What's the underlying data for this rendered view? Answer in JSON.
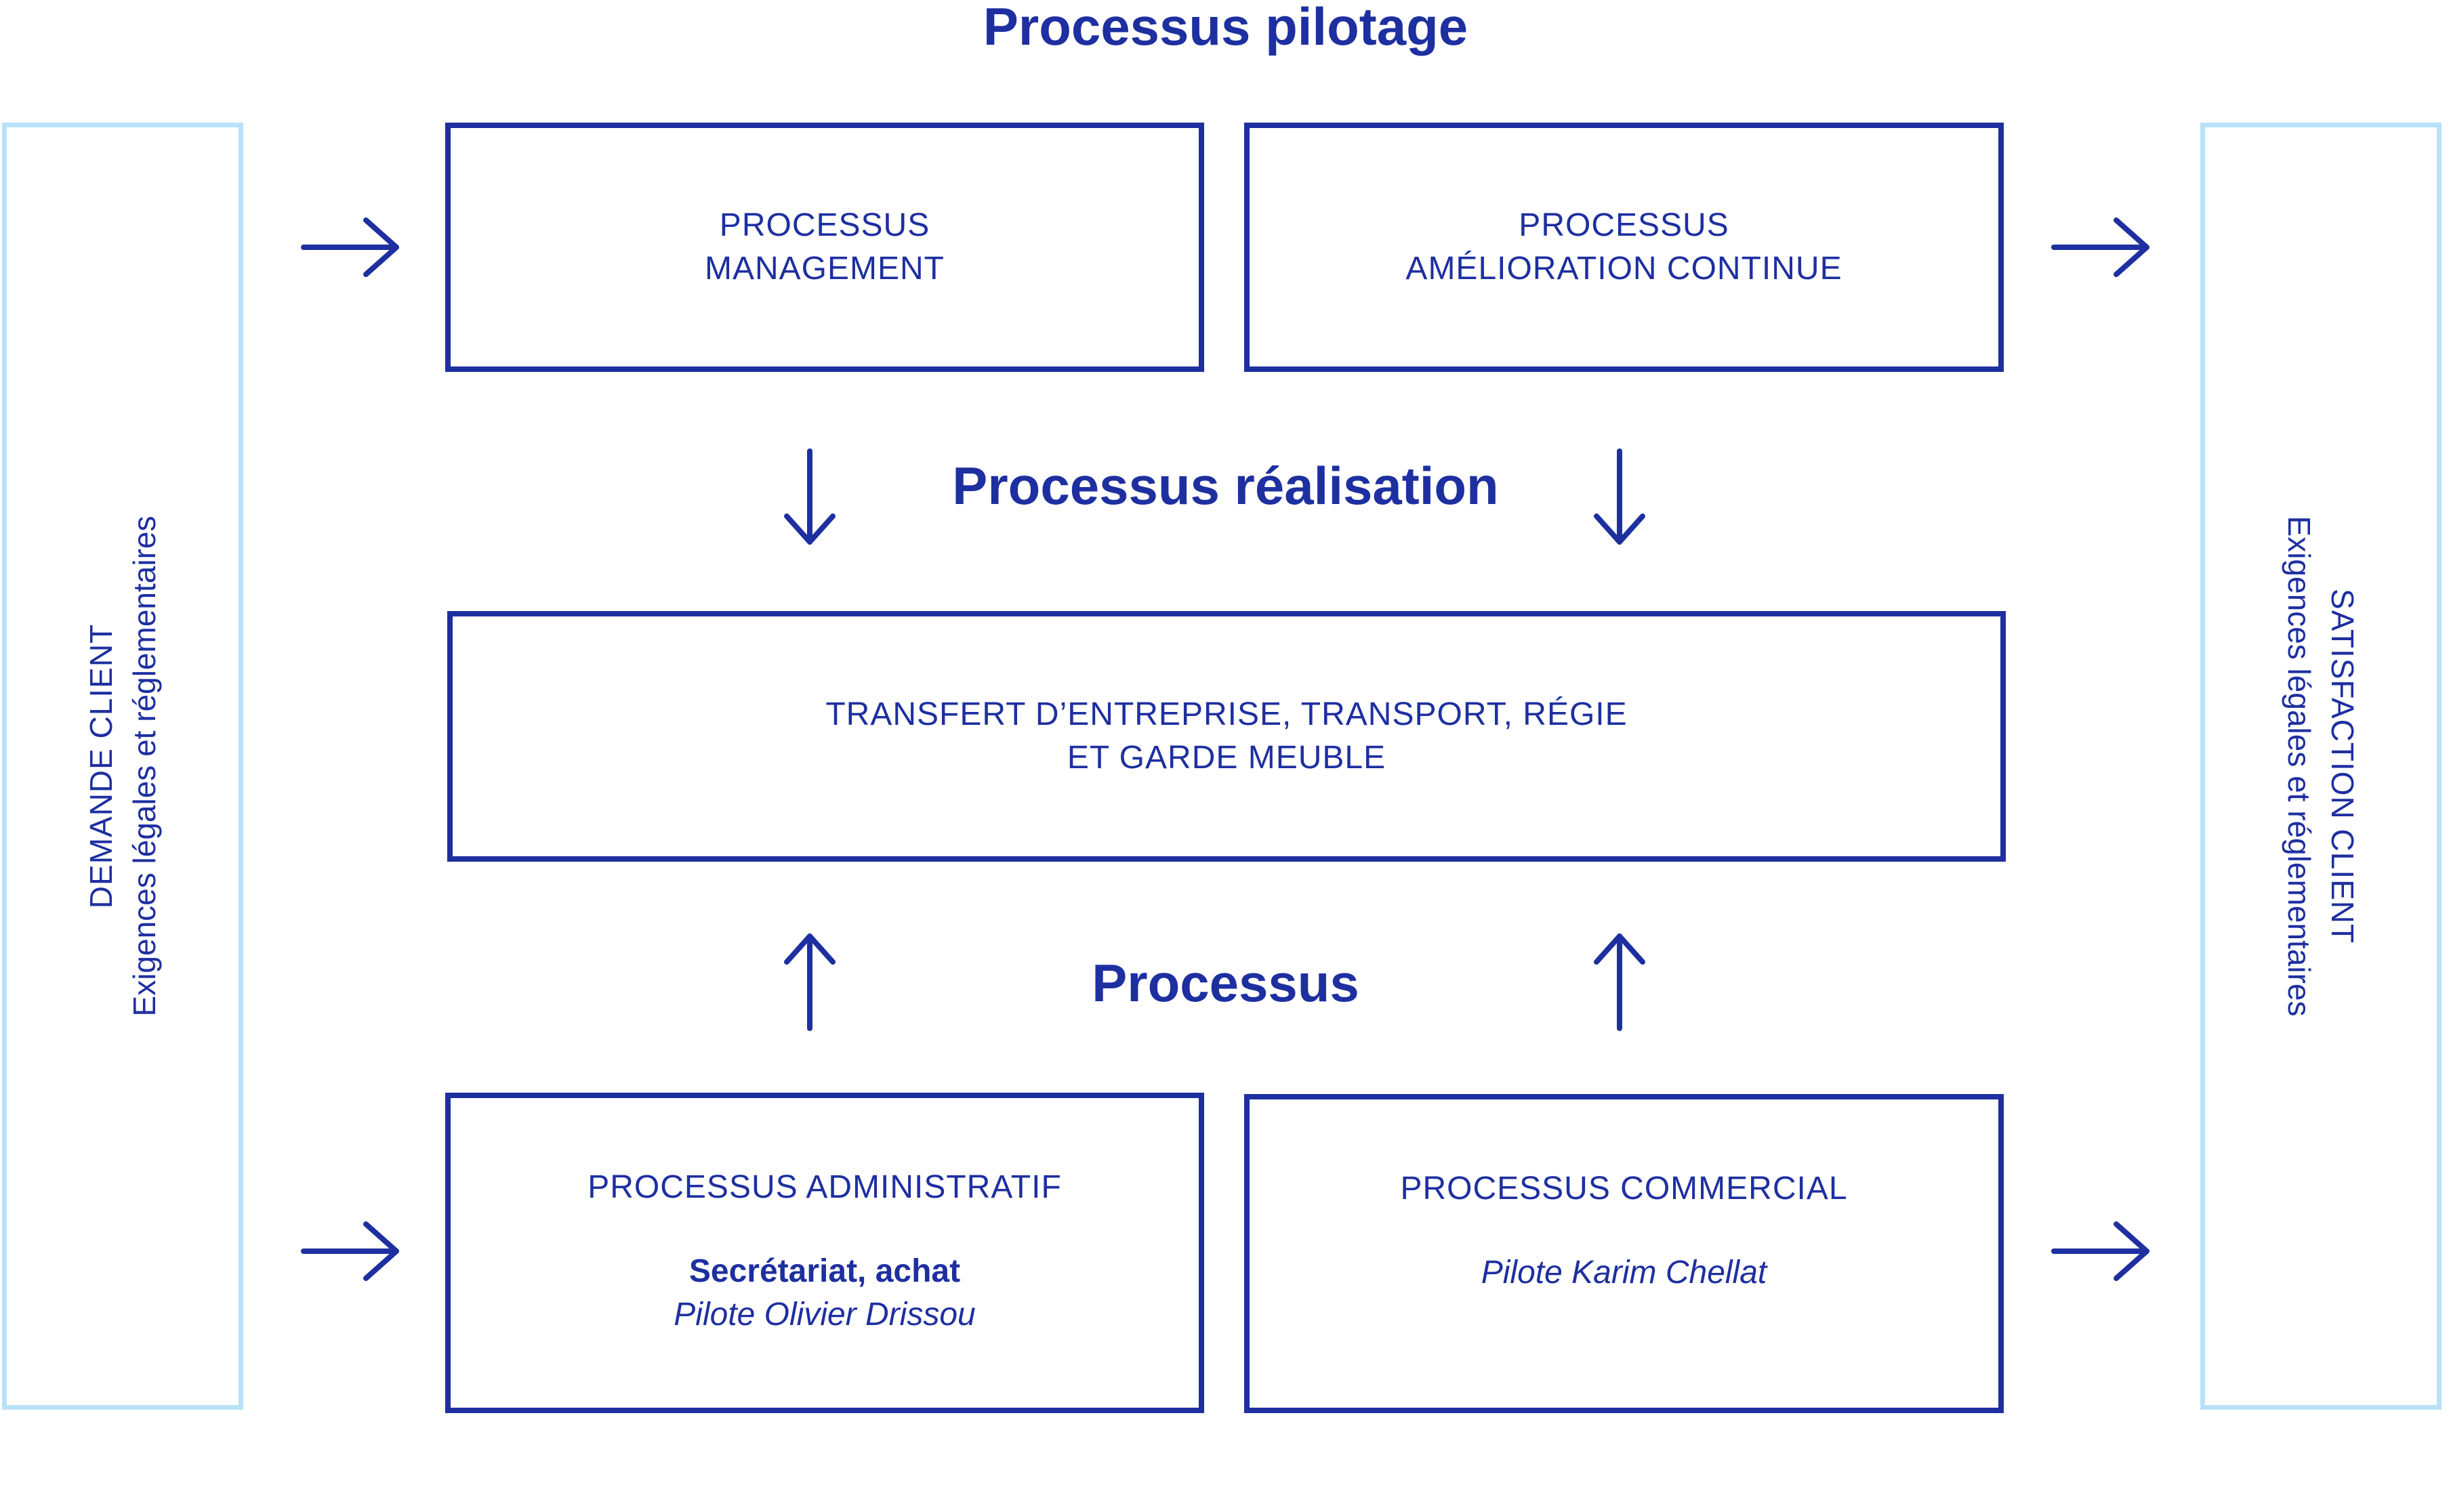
{
  "headings": {
    "pilotage": "Processus pilotage",
    "realisation": "Processus réalisation",
    "support": "Processus"
  },
  "left_panel": {
    "line1": "DEMANDE CLIENT",
    "line2": "Exigences légales et réglementaires"
  },
  "right_panel": {
    "line1": "SATISFACTION CLIENT",
    "line2": "Exigences légales et réglementaires"
  },
  "boxes": {
    "management": {
      "line1": "PROCESSUS",
      "line2": "MANAGEMENT"
    },
    "amelioration": {
      "line1": "PROCESSUS",
      "line2": "AMÉLIORATION CONTINUE"
    },
    "transfert": {
      "line1": "TRANSFERT D’ENTREPRISE, TRANSPORT, RÉGIE",
      "line2": "ET GARDE MEUBLE"
    },
    "administratif": {
      "title": "PROCESSUS ADMINISTRATIF",
      "subtitle": "Secrétariat, achat",
      "pilot": "Pilote Olivier Drissou"
    },
    "commercial": {
      "title": "PROCESSUS COMMERCIAL",
      "pilot": "Pilote Karim Chellat"
    }
  },
  "colors": {
    "primary": "#1e2fa0",
    "side_border": "#b9e1f8"
  }
}
